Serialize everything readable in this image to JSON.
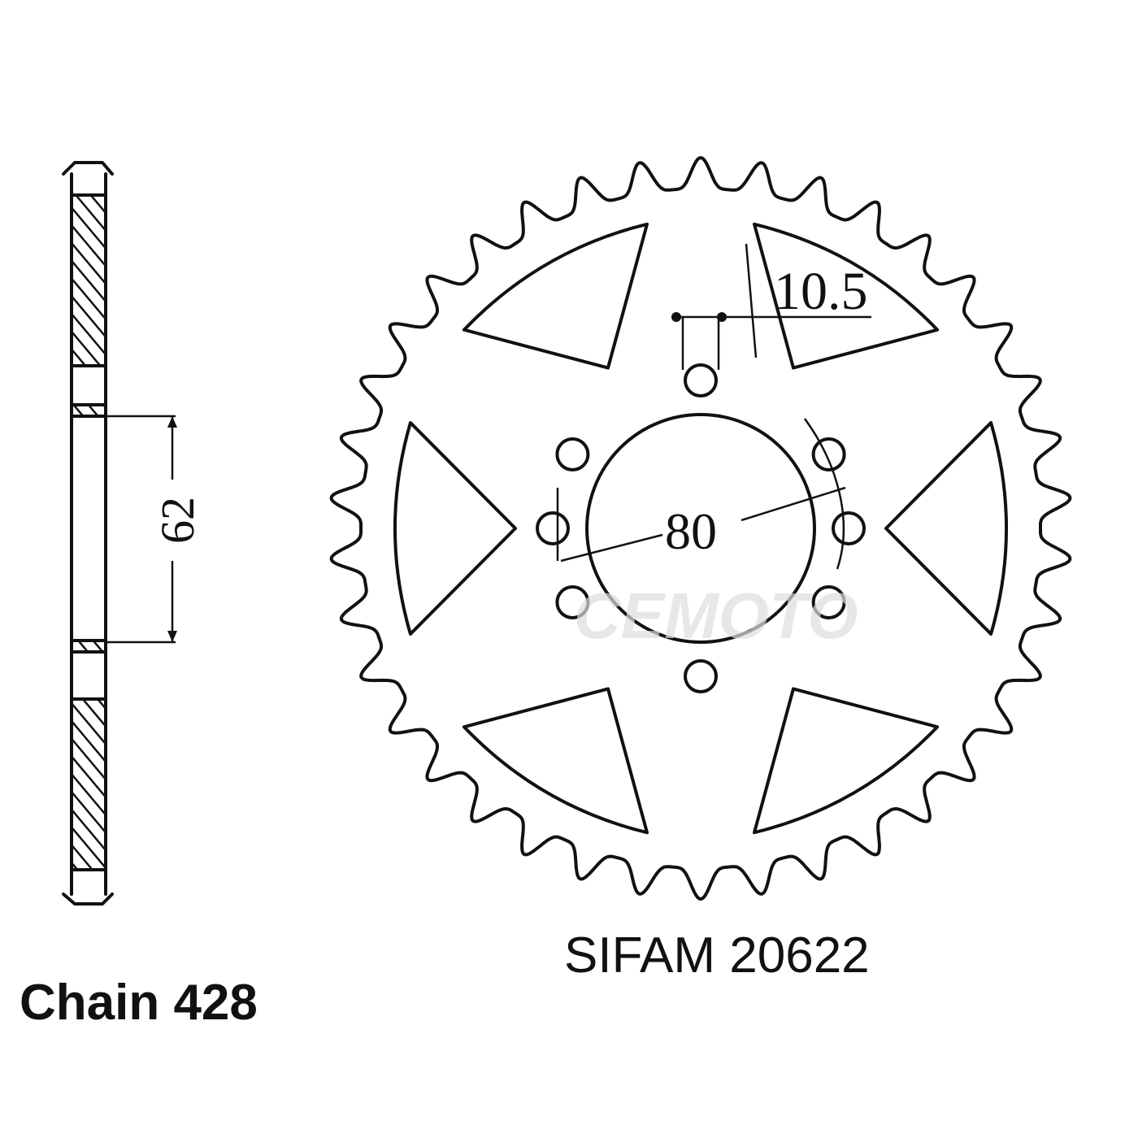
{
  "labels": {
    "chain": "Chain 428",
    "part_number": "SIFAM 20622"
  },
  "dimensions": {
    "hole_diameter": "10.5",
    "bolt_circle": "80",
    "center_bore": "62"
  },
  "sprocket": {
    "teeth": 38,
    "windows": 6,
    "bolt_holes": 8
  },
  "watermark": "CEMOTO",
  "colors": {
    "line": "#111111",
    "background": "#ffffff"
  }
}
